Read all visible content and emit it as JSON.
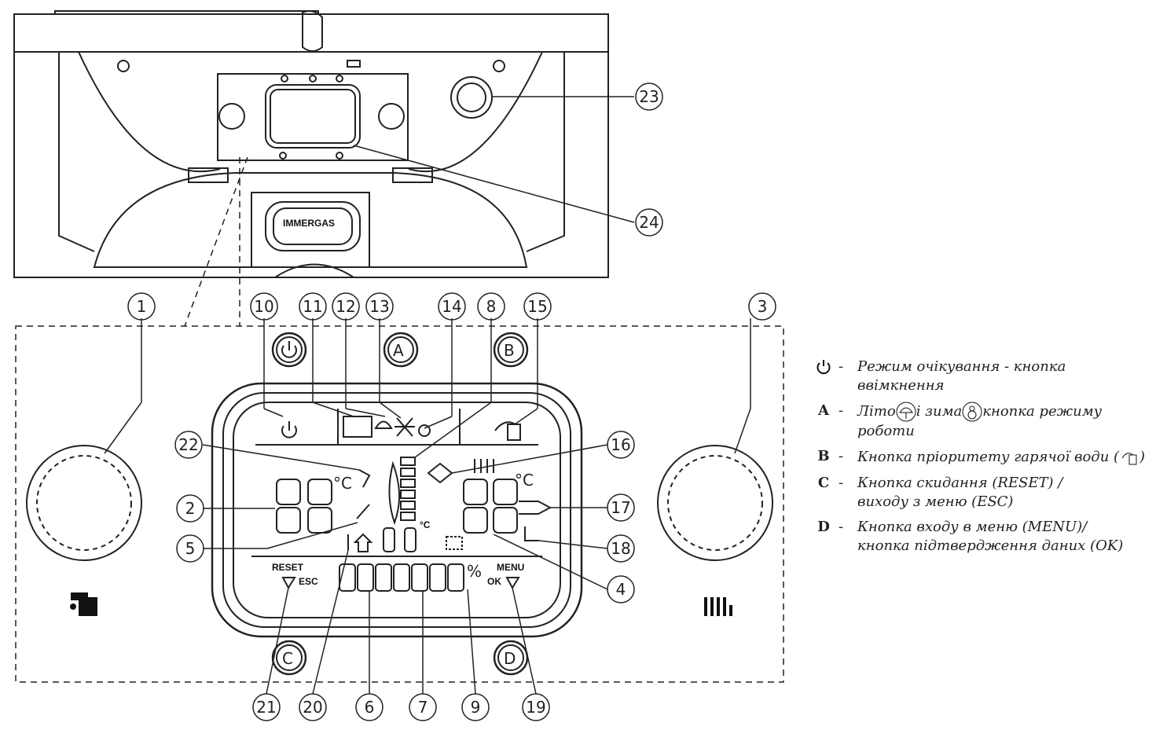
{
  "brand": "IMMERGAS",
  "display": {
    "reset_label": "RESET",
    "esc_label": "ESC",
    "menu_label": "MENU",
    "ok_label": "OK",
    "button_a": "A",
    "button_b": "B",
    "button_c": "C",
    "button_d": "D",
    "unit_c": "°C",
    "unit_c_small": "°C",
    "percent": "%"
  },
  "callouts": [
    "1",
    "2",
    "3",
    "4",
    "5",
    "6",
    "7",
    "8",
    "9",
    "10",
    "11",
    "12",
    "13",
    "14",
    "15",
    "16",
    "17",
    "18",
    "19",
    "20",
    "21",
    "22",
    "23",
    "24"
  ],
  "legend": {
    "dash": "-",
    "standby_line1": "Режим очікування - кнопка",
    "standby_line2": "ввімкнення",
    "a_key": "A",
    "a_text1": "Літо",
    "a_text2": "і зима",
    "a_text3": "кнопка режиму",
    "a_text4": "роботи",
    "b_key": "B",
    "b_text1": "Кнопка пріоритету гарячої води (",
    "b_text2": ")",
    "c_key": "C",
    "c_line1": "Кнопка скидання (RESET) /",
    "c_line2": "виходу з меню (ESC)",
    "d_key": "D",
    "d_line1": "Кнопка входу в меню (MENU)/",
    "d_line2": "кнопка підтвердження даних (OK)"
  },
  "icons": [
    "power-icon",
    "summer-umbrella-icon",
    "winter-snowman-icon",
    "snowflake-icon",
    "tap-icon",
    "radiator-icon",
    "wrench-icon",
    "flame-icon",
    "house-icon",
    "thermometer-icon"
  ]
}
